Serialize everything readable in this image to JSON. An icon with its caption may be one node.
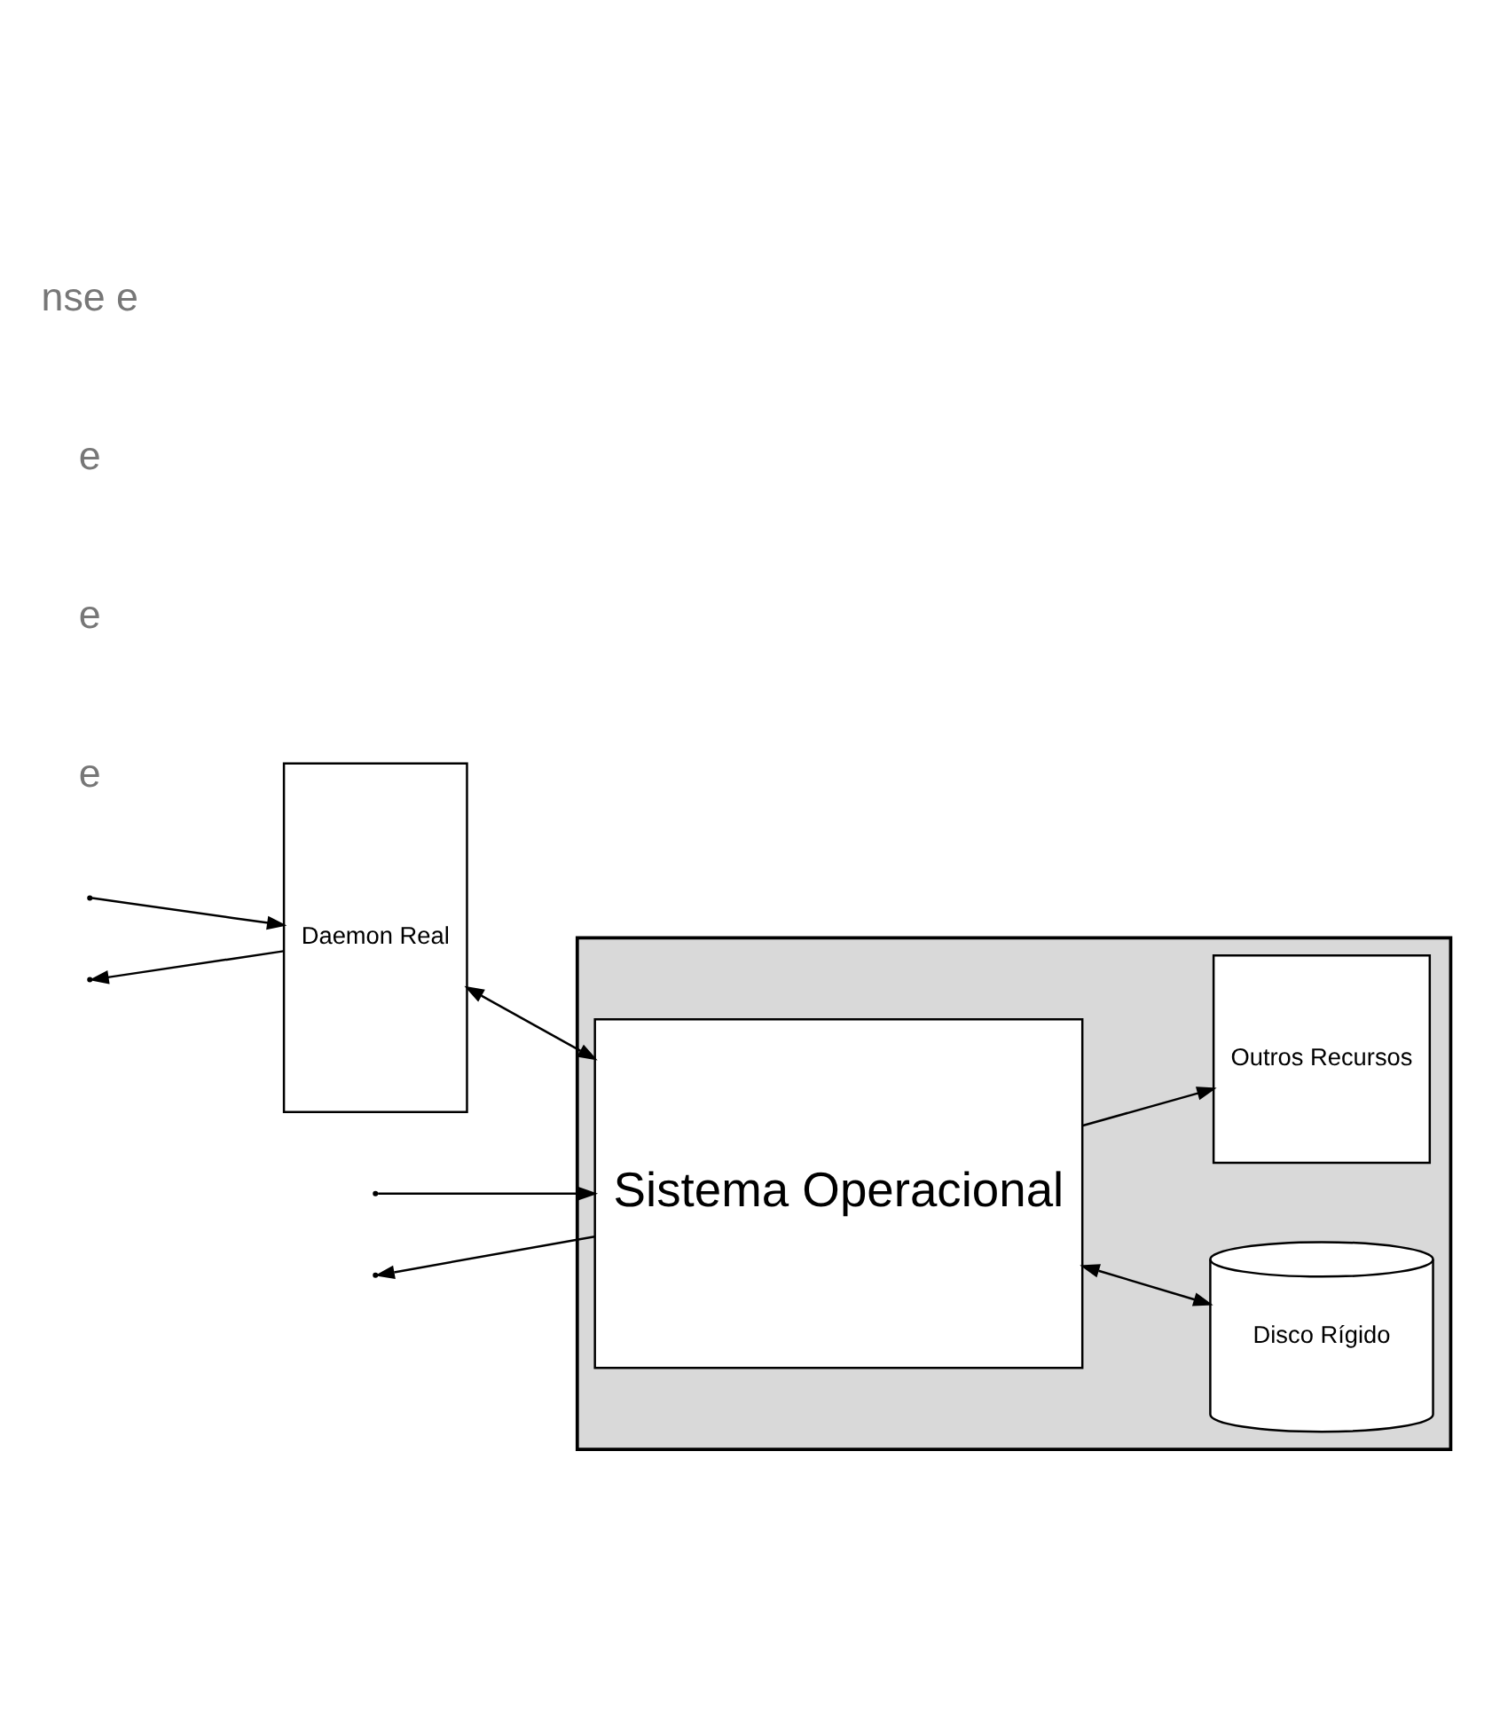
{
  "diagram": {
    "nodes": [
      {
        "text": [],
        "shape": "box"
      },
      {
        "text": [
          "Daemon Real"
        ]
      },
      {
        "text": [
          "Sistema Operacional"
        ],
        "in": 0
      },
      {
        "text": [
          "Disco Rígido"
        ],
        "in": 0
      },
      {
        "text": [
          "Outros Recursos"
        ],
        "in": 0
      }
    ],
    "edges": [
      {
        "from": null,
        "to": 1,
        "arrow": "to"
      },
      {
        "from": 1,
        "to": null,
        "arrow": "to"
      },
      {
        "from": 1,
        "to": 2,
        "arrow": "both"
      },
      {
        "from": 2,
        "to": null,
        "arrow": "to"
      },
      {
        "from": null,
        "to": 2,
        "arrow": "to"
      },
      {
        "from": 2,
        "to": 4,
        "arrow": "to"
      },
      {
        "from": 2,
        "to": 3,
        "arrow": "both"
      }
    ],
    "labels": [
      "e",
      "e",
      "e",
      "nse e"
    ]
  }
}
